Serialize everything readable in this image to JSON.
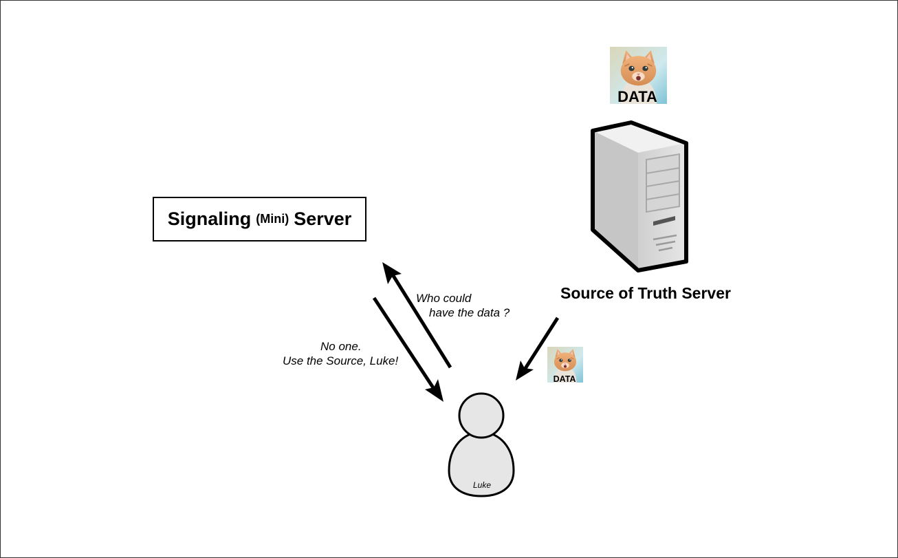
{
  "signaling_server": {
    "label_start": "Signaling",
    "label_small": "(Mini)",
    "label_end": "Server"
  },
  "source_server": {
    "label": "Source of Truth Server"
  },
  "data_badges": {
    "large_label": "DATA",
    "small_label": "DATA"
  },
  "messages": {
    "question_line1": "Who could",
    "question_line2": "have the data ?",
    "answer_line1": "No one.",
    "answer_line2": "Use the Source, Luke!"
  },
  "user": {
    "name": "Luke"
  },
  "colors": {
    "server_body": "#e3e3e3",
    "server_outline": "#000000",
    "user_fill": "#e6e6e6",
    "kitten_fur": "#e8a268",
    "kitten_bg": "#bfe3ea"
  },
  "icons": {
    "server": "server-tower-icon",
    "user": "user-icon",
    "data": "kitten-photo-icon"
  }
}
